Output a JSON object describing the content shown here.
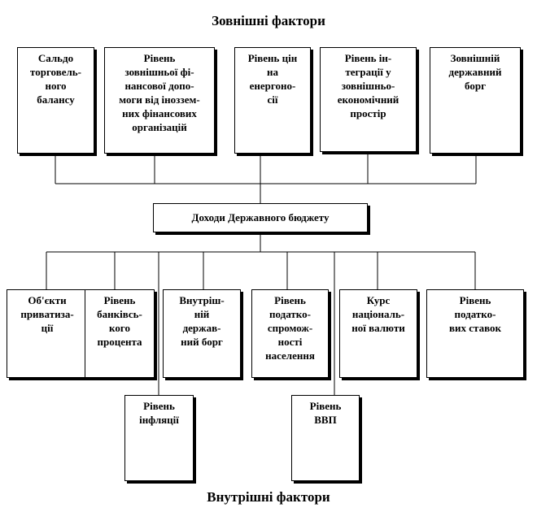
{
  "diagram": {
    "title_top": "Зовнішні фактори",
    "title_bottom": "Внутрішні фактори",
    "center": "Доходи Державного бюджету",
    "external": [
      "Сальдо\nторговель-\nного\nбалансу",
      "Рівень\nзовнішньої фі-\nнансової допо-\nмоги від іноззем-\nних фінансових\nорганізацій",
      "Рівень цін\nна\nенергоно-\nсії",
      "Рівень ін-\nтеграції у\nзовнішньо-\nекономічний\nпростір",
      "Зовнішній\nдержавний\nборг"
    ],
    "internal": [
      "Об'єкти\nприватиза-\nції",
      "Рівень\nбанківсь-\nкого\nпроцента",
      "Внутріш-\nній\nдержав-\nний борг",
      "Рівень\nподатко-\nспромож-\nності\nнаселення",
      "Курс\nнаціональ-\nної валюти",
      "Рівень\nподатко-\nвих ставок"
    ],
    "internal_lower": [
      "Рівень\nінфляції",
      "Рівень\nВВП"
    ]
  }
}
